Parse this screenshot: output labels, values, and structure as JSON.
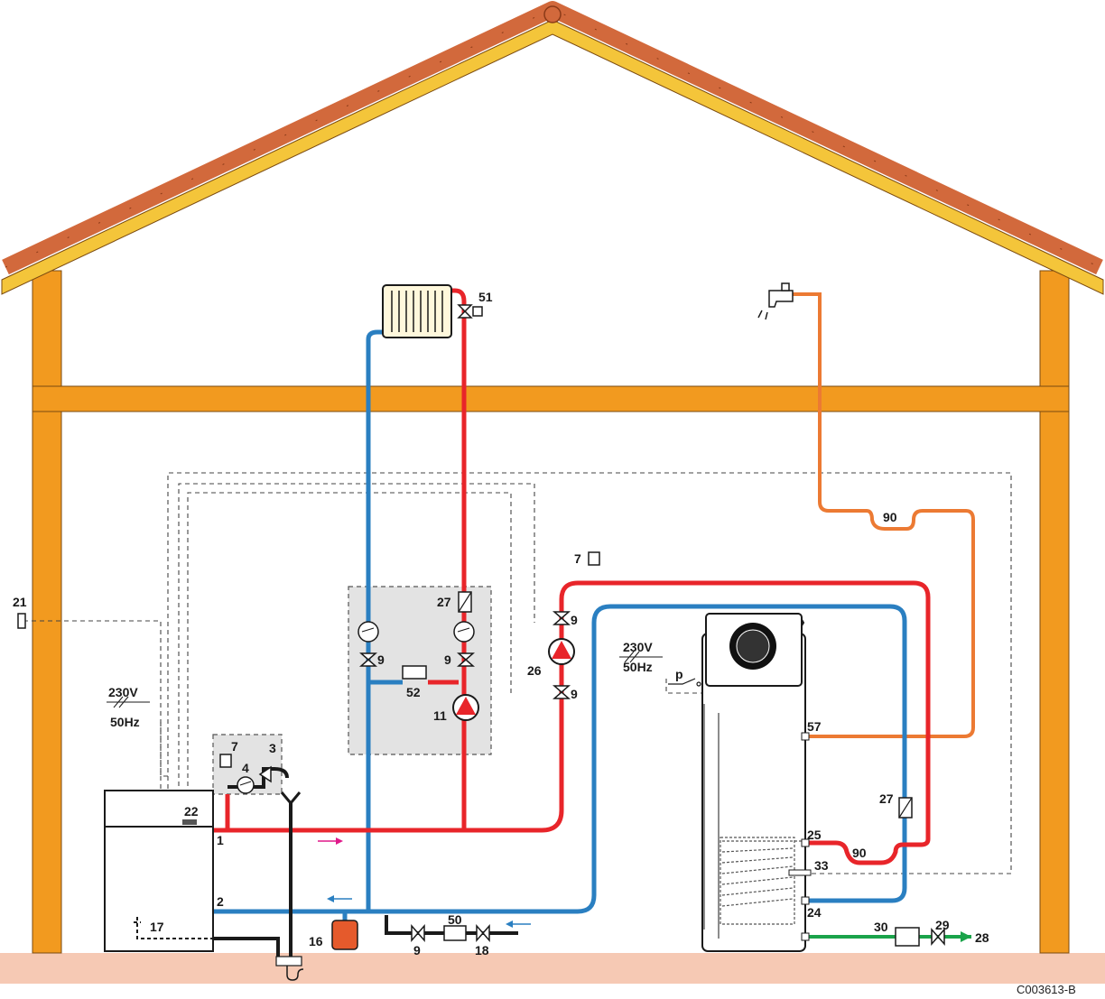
{
  "diagram": {
    "reference": "C003613-B",
    "colors": {
      "flow_hot": "#e8252a",
      "return_cold": "#2a7fc1",
      "dhw": "#ec7a33",
      "cold_water_inlet": "#1aa34a",
      "frame": "#f29a1f",
      "roof_tile": "#d2693c",
      "ground": "#f6c9b4",
      "module_bg": "#e3e3e3",
      "flow_arrow": "#e0198a"
    },
    "power_supply": {
      "left_voltage": "230V",
      "left_freq": "50Hz",
      "right_voltage": "230V",
      "right_freq": "50Hz"
    },
    "labels": {
      "n1": "1",
      "n2": "2",
      "n3": "3",
      "n4": "4",
      "n7a": "7",
      "n7b": "7",
      "n9a": "9",
      "n9b": "9",
      "n9c": "9",
      "n9d": "9",
      "n9e": "9",
      "n11": "11",
      "n16": "16",
      "n17": "17",
      "n18": "18",
      "n21": "21",
      "n22": "22",
      "n24": "24",
      "n25": "25",
      "n26": "26",
      "n27a": "27",
      "n27b": "27",
      "n28": "28",
      "n29": "29",
      "n30": "30",
      "n33": "33",
      "n50": "50",
      "n51": "51",
      "n52": "52",
      "n57": "57",
      "n90a": "90",
      "n90b": "90",
      "p": "p"
    }
  }
}
